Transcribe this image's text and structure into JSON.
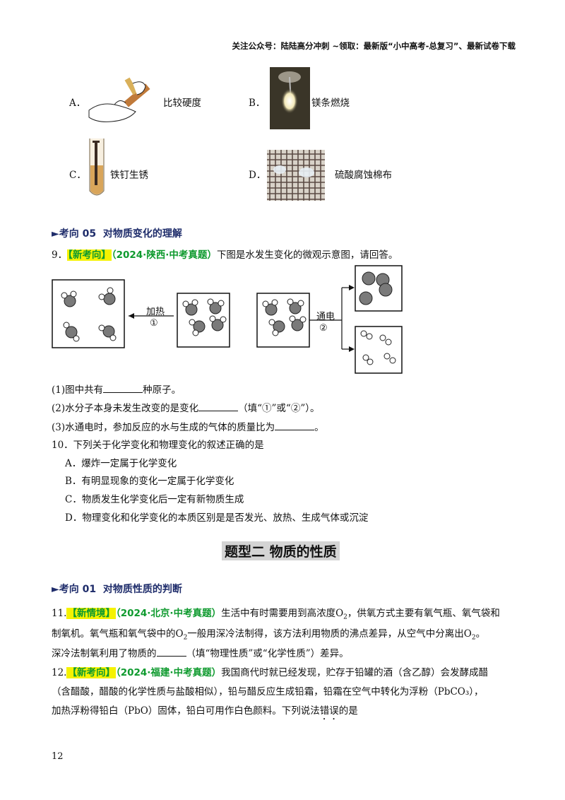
{
  "header": {
    "text": "关注公众号：陆陆高分冲刺 ~领取：最新版“小中高考-总复习”、最新试卷下载"
  },
  "q8_options": [
    {
      "letter": "A．",
      "caption": "比较硬度",
      "icon": "copper-scratch-photo"
    },
    {
      "letter": "B．",
      "caption": "镁条燃烧",
      "icon": "magnesium-burning-photo"
    },
    {
      "letter": "C．",
      "caption": "铁钉生锈",
      "icon": "rusting-nail-tube-photo"
    },
    {
      "letter": "D．",
      "caption": "硫酸腐蚀棉布",
      "icon": "acid-cloth-photo"
    }
  ],
  "section_05": {
    "arrow": "►",
    "label": "考向 05",
    "title": "对物质变化的理解"
  },
  "q9": {
    "num": "9．",
    "tag": "【新考向】",
    "source": "（2024·陕西·中考真题）",
    "stem": "下图是水发生变化的微观示意图，请回答。",
    "diagram": {
      "heat_label": "加热",
      "heat_num": "①",
      "elec_label": "通电",
      "elec_num": "②"
    },
    "sub1_pre": "(1)图中共有",
    "sub1_post": "种原子。",
    "sub2_pre": "(2)水分子本身未发生改变的是变化",
    "sub2_post": "（填“①”或“②”）。",
    "sub3_pre": "(3)水通电时，参加反应的水与生成的气体的质量比为",
    "sub3_post": "。"
  },
  "q10": {
    "stem": "10．下列关于化学变化和物理变化的叙述正确的是",
    "options": [
      "A．爆炸一定属于化学变化",
      "B．有明显现象的变化一定属于化学变化",
      "C．物质发生化学变化后一定有新物质生成",
      "D．物理变化和化学变化的本质区别是是否发光、放热、生成气体或沉淀"
    ]
  },
  "type_title": "题型二 物质的性质",
  "section_01": {
    "arrow": "►",
    "label": "考向 01",
    "title": "对物质性质的判断"
  },
  "q11": {
    "num": "11.",
    "tag": "【新情境】",
    "source": "（2024·北京·中考真题）",
    "line1": "生活中有时需要用到高浓度O",
    "line1_sub": "2",
    "line1_end": "，供氧方式主要有氧气瓶、氧气袋和",
    "line2_a": "制氧机。氧气瓶和氧气袋中的O",
    "line2_sub": "2",
    "line2_b": "一般用深冷法制得，该方法利用物质的沸点差异，从空气中分离出O",
    "line2_sub2": "2",
    "line2_end": "。",
    "line3_pre": "深冷法制氧利用了物质的",
    "line3_post": "（填“物理性质”或“化学性质”）差异。"
  },
  "q12": {
    "num": "12.",
    "tag": "【新考向】",
    "source": "（2024·福建·中考真题）",
    "line1": "我国商代时就已经发现，贮存于铅罐的酒（含乙醇）会发酵成醋",
    "line2": "（含醋酸，醋酸的化学性质与盐酸相似），铅与醋反应生成铅霜，铅霜在空气中转化为浮粉（PbCO₃），",
    "line3_pre": "加热浮粉得铅白（PbO）固体，铅白可用作白色颜料。下列说法",
    "line3_em": "错误",
    "line3_post": "的是"
  },
  "page_number": "12"
}
